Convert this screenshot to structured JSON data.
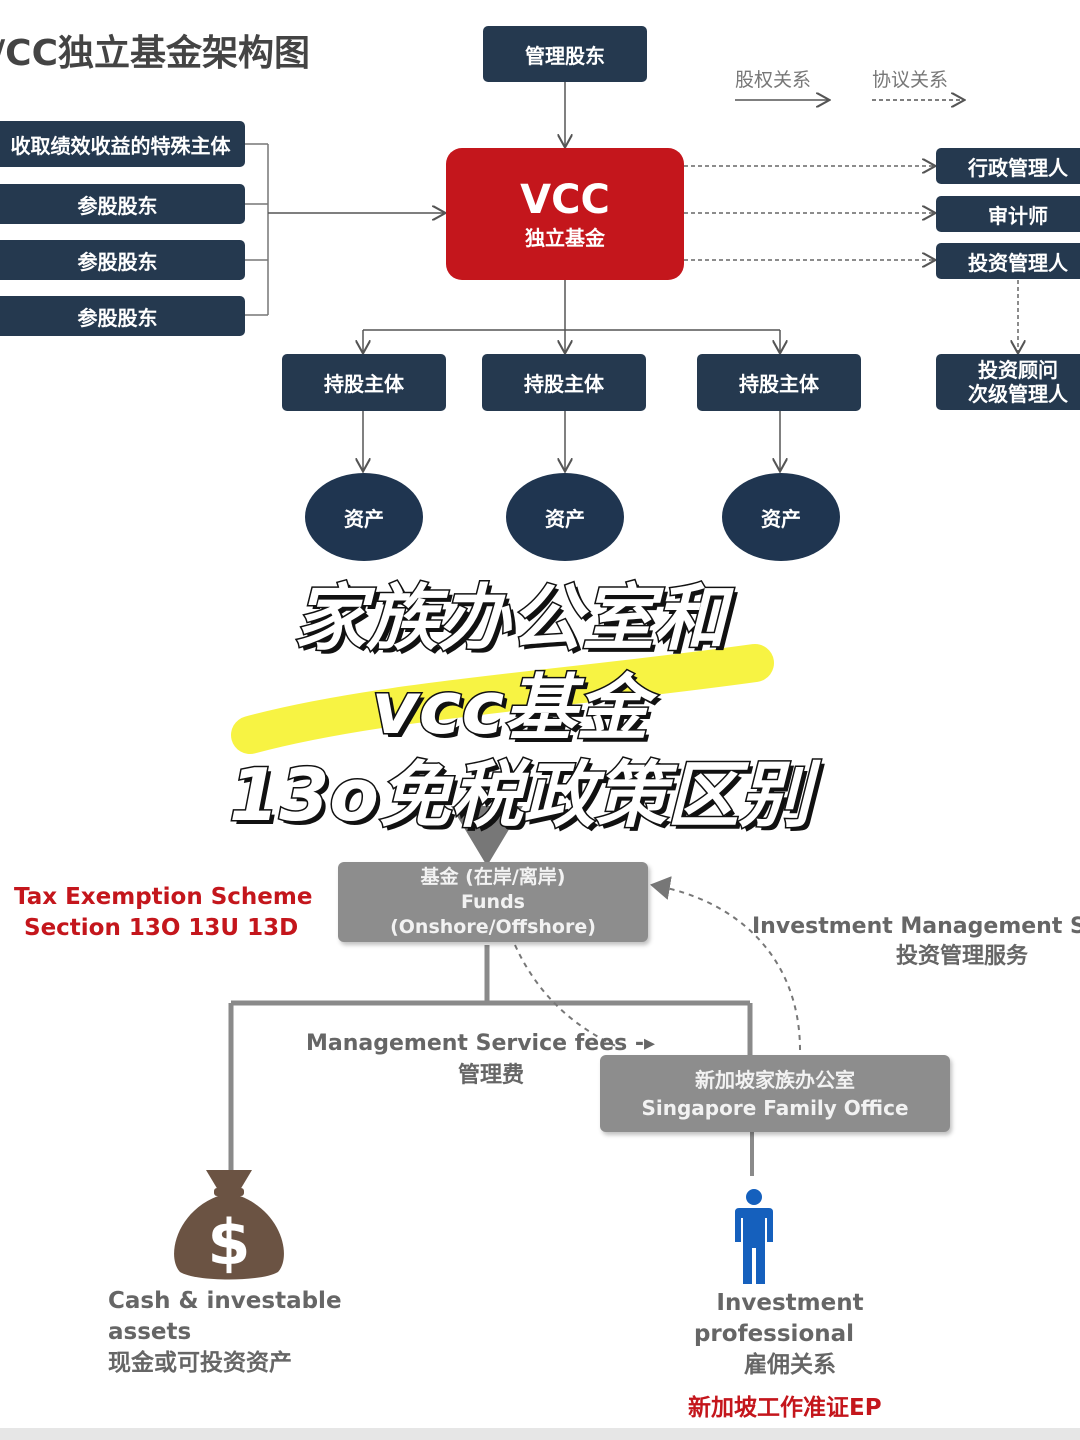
{
  "top": {
    "title": "/CC独立基金架构图",
    "manager_shareholder": "管理股东",
    "legend": {
      "equity": "股权关系",
      "agreement": "协议关系"
    },
    "left_boxes": [
      "收取绩效收益的特殊主体",
      "参股股东",
      "参股股东",
      "参股股东"
    ],
    "vcc": {
      "name": "VCC",
      "sub": "独立基金"
    },
    "right_boxes": [
      "行政管理人",
      "审计师",
      "投资管理人"
    ],
    "advisor": {
      "line1": "投资顾问",
      "line2": "次级管理人"
    },
    "holding": [
      "持股主体",
      "持股主体",
      "持股主体"
    ],
    "assets": [
      "资产",
      "资产",
      "资产"
    ]
  },
  "overlay": {
    "line1": "家族办公室和",
    "line2": "vcc基金",
    "line3": "13o免税政策区别"
  },
  "bottom": {
    "tax": {
      "line1": "Tax Exemption Scheme",
      "line2": "Section 13O 13U 13D"
    },
    "fund": {
      "line1": "基金 (在岸/离岸)",
      "line2": "Funds",
      "line3": "(Onshore/Offshore)"
    },
    "ims": {
      "en": "Investment Management S",
      "zh": "投资管理服务"
    },
    "fees": {
      "en": "Management  Service fees -▸",
      "zh": "管理费"
    },
    "sfo": {
      "zh": "新加坡家族办公室",
      "en": "Singapore Family Office"
    },
    "cash": {
      "line1": "Cash & investable",
      "line2": "assets",
      "line3": "现金或可投资资产"
    },
    "pro": {
      "line1": "Investment",
      "line2": "professional",
      "line3": "雇佣关系",
      "red": "新加坡工作准证EP"
    }
  }
}
